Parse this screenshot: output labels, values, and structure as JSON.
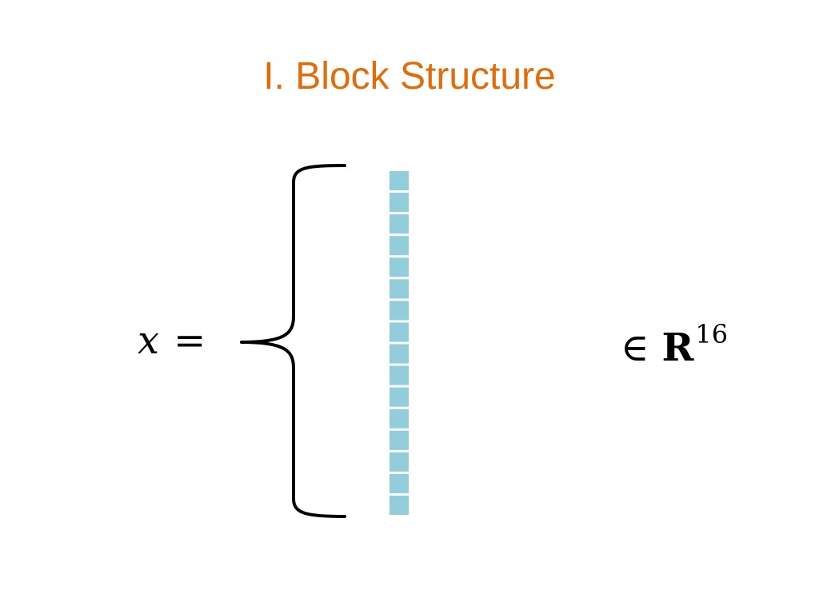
{
  "slide": {
    "title": "I. Block Structure"
  },
  "equation": {
    "variable": "x",
    "equals": "=",
    "element_of": "∈",
    "set_symbol": "R",
    "set_dimension": "16"
  },
  "vector": {
    "num_entries": 16,
    "cell_color": "#92cddc"
  },
  "colors": {
    "title": "#e36c0a",
    "text": "#000000",
    "background": "#ffffff"
  }
}
